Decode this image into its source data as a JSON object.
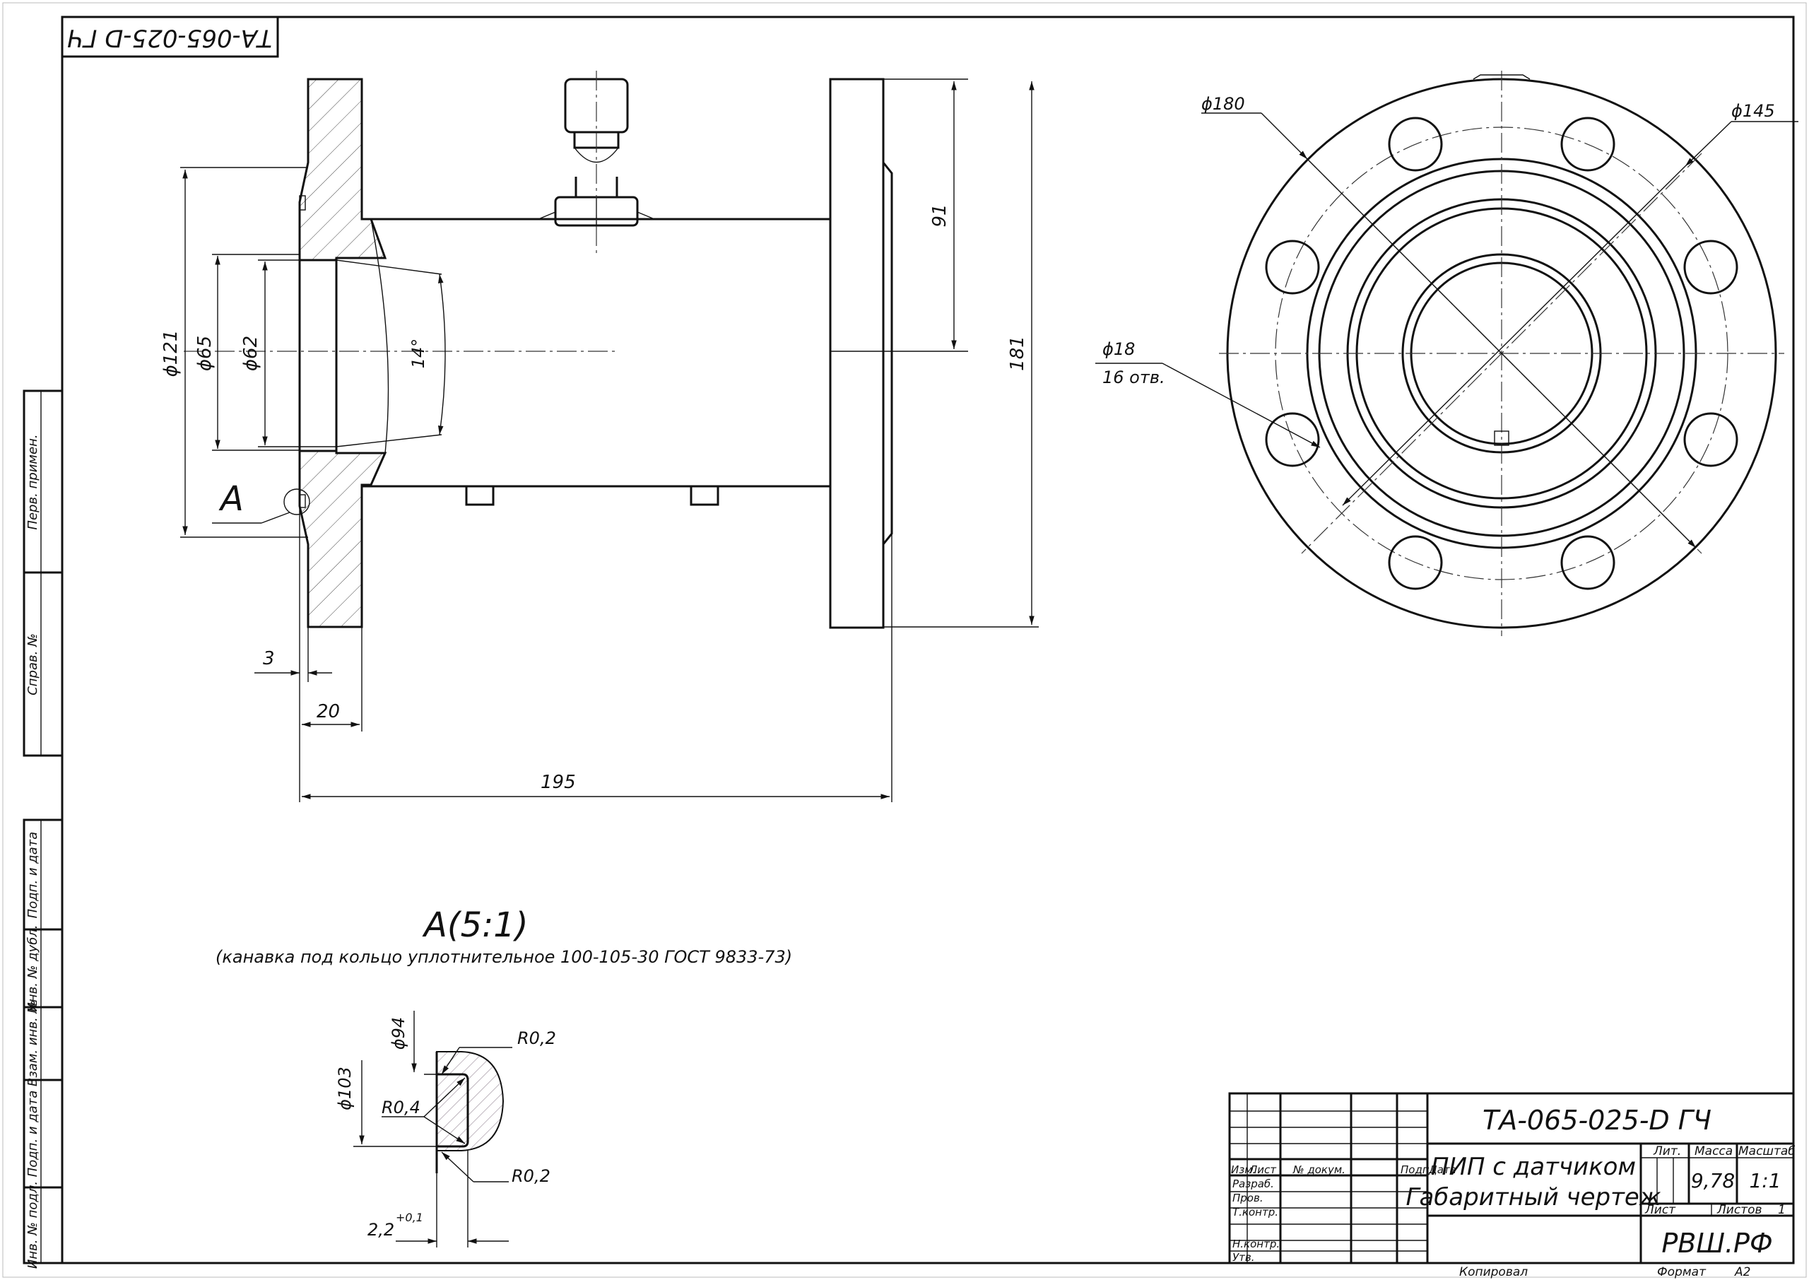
{
  "drawing": {
    "designation": "ТА-065-025-D ГЧ",
    "designation_rotated": "ТА-065-025-D ГЧ",
    "title_line1": "ПИП с датчиком",
    "title_line2": "Габаритный чертеж",
    "mass": "9,78",
    "scale": "1:1",
    "sheets_count": "1",
    "company": "РВШ.РФ",
    "copied_label": "Копировал",
    "format_label": "Формат",
    "format_value": "A2"
  },
  "title_block": {
    "col_izm": "Изм.",
    "col_list": "Лист",
    "col_doc": "№ докум.",
    "col_sign": "Подп.",
    "col_date": "Дата",
    "row_razrab": "Разраб.",
    "row_prov": "Пров.",
    "row_tkontr": "Т.контр.",
    "row_nkontr": "Н.контр.",
    "row_utv": "Утв.",
    "lit_label": "Лит.",
    "mass_label": "Масса",
    "scale_label": "Масштаб",
    "sheet_label": "Лист",
    "sheets_label": "Листов"
  },
  "side_stamps": {
    "perv_primen": "Перв. примен.",
    "sprav_no": "Справ. №",
    "podp_data_1": "Подп. и дата",
    "inv_dubl": "Инв. № дубл.",
    "vzam_inv": "Взам. инв. №",
    "podp_data_2": "Подп. и дата",
    "inv_podl": "Инв. № подл."
  },
  "dimensions": {
    "d121": "ϕ121",
    "d65": "ϕ65",
    "d62": "ϕ62",
    "angle14": "14°",
    "d91": "91",
    "d181": "181",
    "d3": "3",
    "d20": "20",
    "d195": "195",
    "view_a": "А",
    "d180": "ϕ180",
    "d145": "ϕ145",
    "d18": "ϕ18",
    "holes": "16 отв."
  },
  "detail": {
    "title": "А(5:1)",
    "note": "(канавка под кольцо уплотнительное 100-105-30 ГОСТ 9833-73)",
    "d94": "ϕ94",
    "d103": "ϕ103",
    "r02_top": "R0,2",
    "r04": "R0,4",
    "r02_bottom": "R0,2",
    "width": "2,2",
    "tolerance": "+0,1"
  }
}
